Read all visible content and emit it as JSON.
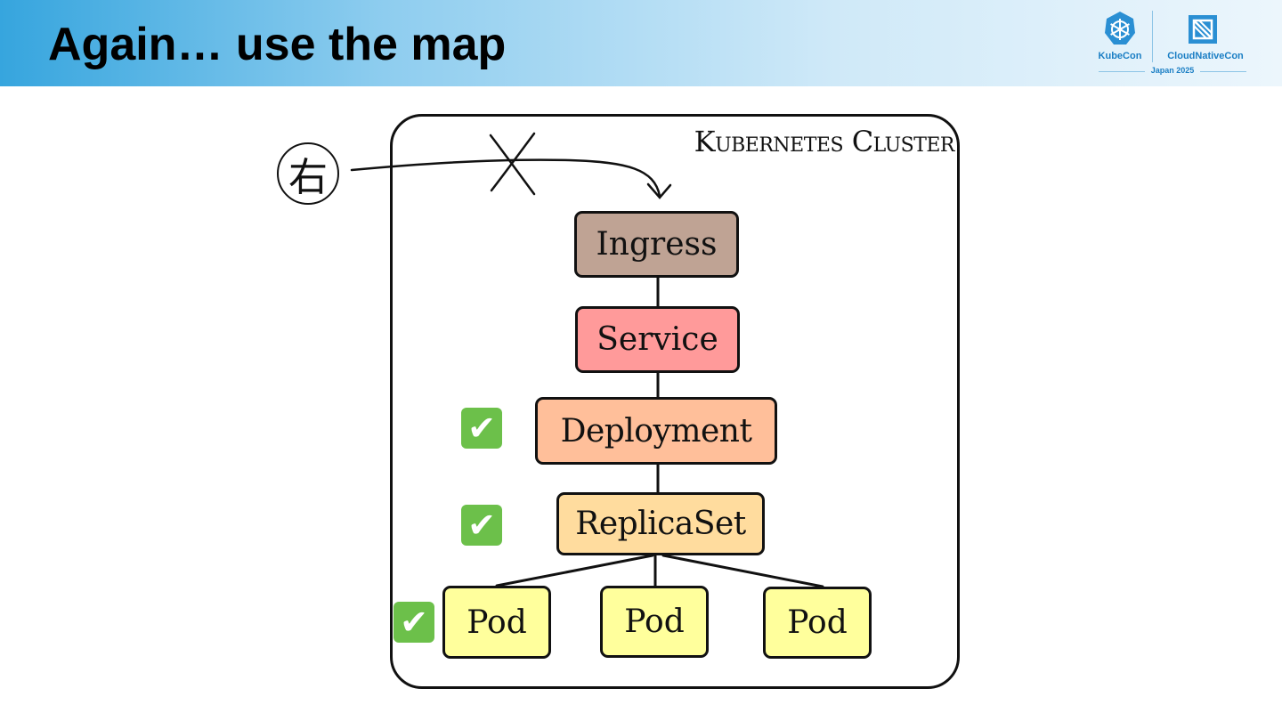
{
  "slide": {
    "title": "Again… use the map"
  },
  "logo": {
    "kubecon": "KubeCon",
    "cloudnativecon": "CloudNativeCon",
    "event": "Japan 2025",
    "accent_color": "#1a7ec4"
  },
  "diagram": {
    "cluster_title": "Kubernetes Cluster",
    "user_symbol": "右",
    "nodes": {
      "ingress": "Ingress",
      "service": "Service",
      "deployment": "Deployment",
      "replicaset": "ReplicaSet",
      "pod_1": "Pod",
      "pod_2": "Pod",
      "pod_3": "Pod"
    },
    "node_colors": {
      "ingress": "#bfa394",
      "service": "#ff9a9a",
      "deployment": "#ffbf9a",
      "replicaset": "#ffdc9e",
      "pod": "#ffff9c"
    },
    "checks": {
      "icon": "check-mark-button",
      "symbol": "✔",
      "color": "#6cc04a",
      "deployment": true,
      "replicaset": true,
      "pod_1": true,
      "pod_2": false,
      "pod_3": false
    }
  }
}
